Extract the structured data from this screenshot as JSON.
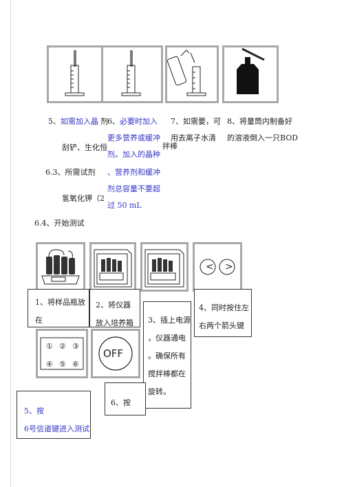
{
  "step_a": {
    "s5": {
      "num": "5、",
      "line1": "如需加入晶",
      "cut1": "剂",
      "line2": "刮铲、生化恒"
    },
    "s6": {
      "num": "6、",
      "line1": "必要时加入",
      "line2": "更多营养或缓冲",
      "line3": "剂。加入的晶种"
    },
    "s7": {
      "line1": "7、如需要，可",
      "line2": "用去离子水清",
      "cut2": "拌棒"
    },
    "s8": {
      "line1": "8、将量筒内制备好",
      "line2": "的溶液倒入一只BOD"
    },
    "s63": {
      "line1": "6.3、所需试剂",
      "line2": "氢氧化钾（2"
    },
    "s6b": {
      "line1": "、营养剂和缓冲",
      "line2": "剂总容量不要超",
      "line3": "过 50 mL"
    }
  },
  "section_title": "6.4、开始测试",
  "controls": {
    "left_arrow": "<",
    "right_arrow": ">",
    "off_label": "OFF",
    "channels": [
      "①",
      "②",
      "③",
      "④",
      "⑤",
      "⑥"
    ]
  },
  "steps": {
    "s1": {
      "line1": "1、将样品瓶放",
      "line2": "在"
    },
    "s2": {
      "line1": "2、将仪器",
      "line2": "放入培养箱"
    },
    "s3": {
      "line1": "3、插上电源",
      "line2": "，仪器通电",
      "line3": "。确保所有",
      "line4": "搅拌棒都在",
      "line5": "旋转。"
    },
    "s4": {
      "line1": "4、同时按住左",
      "line2": "右两个箭头键"
    },
    "s5": {
      "line1": "5、按",
      "line2": "6号信道键进入测试"
    },
    "s6": {
      "line1": "6、按"
    }
  }
}
